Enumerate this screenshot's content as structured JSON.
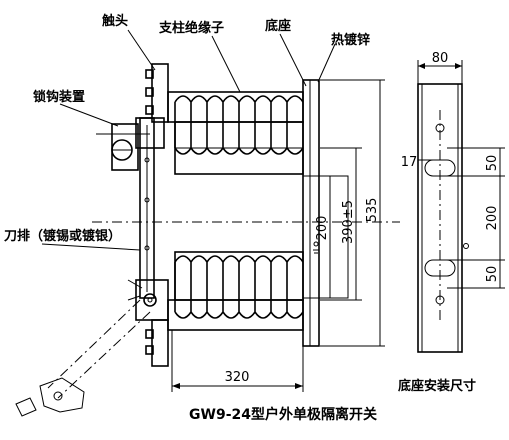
{
  "labels": {
    "contact": "触头",
    "post_insulator": "支柱绝缘子",
    "base": "底座",
    "hot_dip_zinc": "热镀锌",
    "lock_device": "锁钩装置",
    "blade": "刀排（镀锡或镀银）",
    "base_mount_size": "底座安装尺寸"
  },
  "dimensions": {
    "base_width": "80",
    "hole_offset": "17",
    "hole_top": "50",
    "hole_spacing": "200",
    "hole_bottom": "50",
    "mid_200": "200",
    "center_390": "390±5",
    "height_535": "535",
    "width_320": "320"
  },
  "caption": "GW9-24型户外单极隔离开关"
}
